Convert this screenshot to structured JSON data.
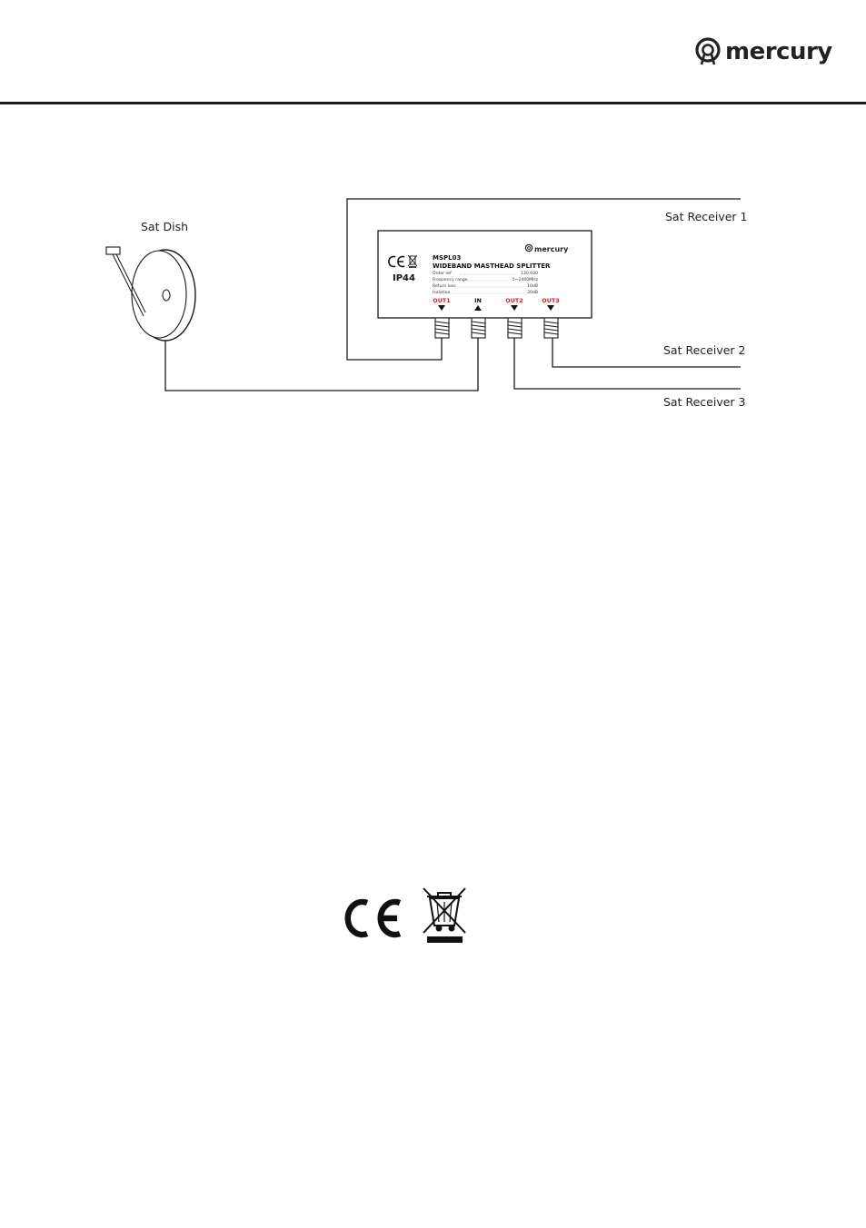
{
  "header": {
    "brand_name": "mercury",
    "brand_icon": "mercury-logo-icon"
  },
  "diagram": {
    "dish_label": "Sat Dish",
    "receivers": [
      {
        "label": "Sat Receiver 1"
      },
      {
        "label": "Sat Receiver 2"
      },
      {
        "label": "Sat Receiver 3"
      }
    ],
    "splitter": {
      "model": "MSPL03",
      "title": "WIDEBAND MASTHEAD SPLITTER",
      "brand": "mercury",
      "rating": "IP44",
      "specs": [
        {
          "name": "Order ref",
          "value": "130.030"
        },
        {
          "name": "Frequency range",
          "value": "5~2400MHz"
        },
        {
          "name": "Return loss",
          "value": "10dB"
        },
        {
          "name": "Isolation",
          "value": "20dB"
        }
      ],
      "ports": [
        {
          "label": "OUT1",
          "direction": "down",
          "color": "#d42020"
        },
        {
          "label": "IN",
          "direction": "up",
          "color": "#111111"
        },
        {
          "label": "OUT2",
          "direction": "down",
          "color": "#d42020"
        },
        {
          "label": "OUT3",
          "direction": "down",
          "color": "#d42020"
        }
      ]
    }
  },
  "footer_marks": {
    "ce_icon": "ce-mark-icon",
    "weee_icon": "weee-crossed-bin-icon"
  },
  "colors": {
    "line": "#1a1a1a",
    "port_red": "#d42020"
  }
}
